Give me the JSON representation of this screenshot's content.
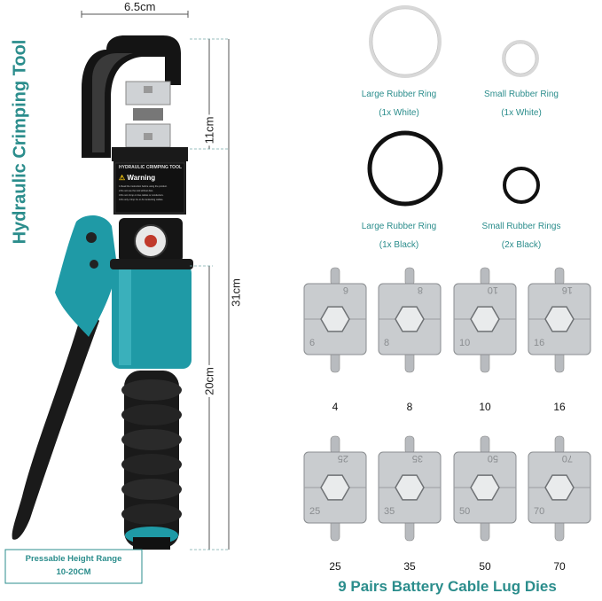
{
  "product": {
    "vertical_title": "Hydraulic Crimping Tool",
    "tool_label": "HYDRAULIC CRIMPING TOOL",
    "warning_label": "Warning",
    "warning_lines": [
      "1.Read the instruction before using the product.",
      "2.Do not use the tool without dies.",
      "3.Do not crimp on live cables or conductors.",
      "4.Do only crimp Cu or Al conducting cables."
    ]
  },
  "dimensions": {
    "width": "6.5cm",
    "head_height": "11cm",
    "total_length": "31cm",
    "handle_length": "20cm"
  },
  "pressable": {
    "line1": "Pressable Height Range",
    "line2": "10-20CM"
  },
  "rings": [
    {
      "name": "Large Rubber Ring",
      "qty": "(1x White)",
      "color": "#e6e6e6"
    },
    {
      "name": "Small Rubber Ring",
      "qty": "(1x White)",
      "color": "#e6e6e6"
    },
    {
      "name": "Large Rubber Ring",
      "qty": "(1x Black)",
      "color": "#111111"
    },
    {
      "name": "Small Rubber Rings",
      "qty": "(2x Black)",
      "color": "#111111"
    }
  ],
  "dies": {
    "row1": [
      "4",
      "8",
      "10",
      "16"
    ],
    "row2": [
      "25",
      "35",
      "50",
      "70"
    ],
    "row1_stamps": [
      "6",
      "8",
      "10",
      "16"
    ],
    "row2_stamps": [
      "25",
      "35",
      "50",
      "70"
    ],
    "caption": "9 Pairs Battery Cable Lug Dies"
  },
  "colors": {
    "accent_teal": "#2b8d8c",
    "tool_teal": "#1f9aa6",
    "handle_black": "#1a1a1a",
    "die_silver": "#c9cccf"
  }
}
